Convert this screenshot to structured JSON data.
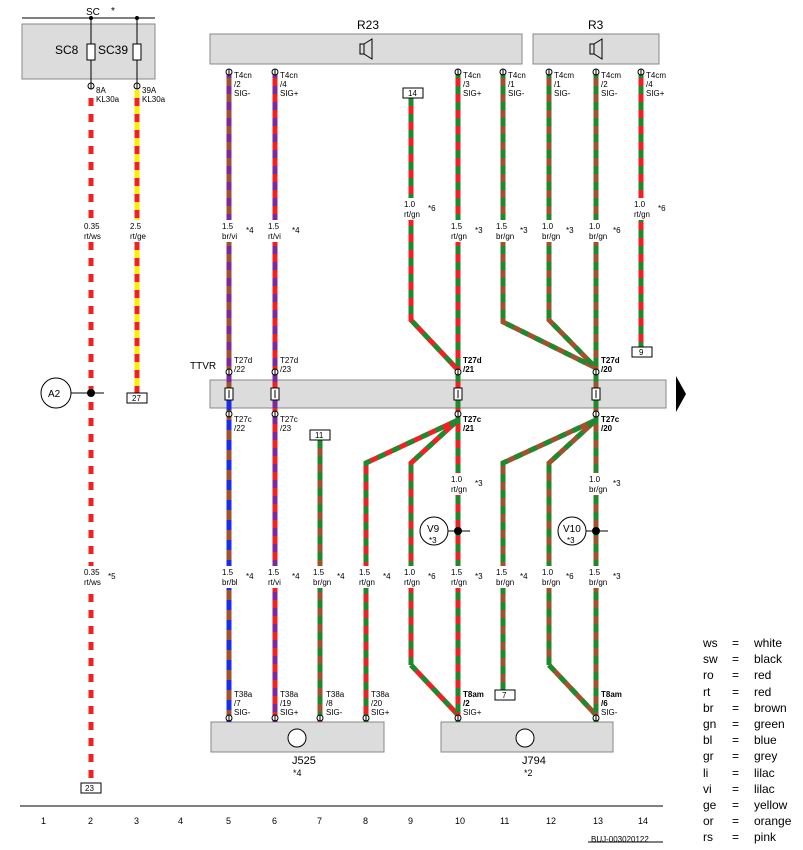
{
  "top": {
    "sc": "SC",
    "star": "*",
    "sc8": "SC8",
    "sc39": "SC39",
    "r23": "R23",
    "r3": "R3",
    "ttvr": "TTVR",
    "a2": "A2",
    "v9": "V9",
    "v9_note": "*3",
    "v10": "V10",
    "v10_note": "*3"
  },
  "pins": {
    "p1a": "8A",
    "p1b": "KL30a",
    "p2a": "39A",
    "p2b": "KL30a",
    "t4cn2": [
      "T4cn",
      "/2",
      "SIG-"
    ],
    "t4cn4": [
      "T4cn",
      "/4",
      "SIG+"
    ],
    "t4cn3": [
      "T4cn",
      "/3",
      "SIG+"
    ],
    "t4cn1": [
      "T4cn",
      "/1",
      "SIG-"
    ],
    "t4cm1": [
      "T4cm",
      "/1",
      "SIG-"
    ],
    "t4cm2": [
      "T4cm",
      "/2",
      "SIG-"
    ],
    "t4cm4": [
      "T4cm",
      "/4",
      "SIG+"
    ],
    "t27d22": [
      "T27d",
      "/22"
    ],
    "t27d23": [
      "T27d",
      "/23"
    ],
    "t27d21": [
      "T27d",
      "/21"
    ],
    "t27d20": [
      "T27d",
      "/20"
    ],
    "t27c22": [
      "T27c",
      "/22"
    ],
    "t27c23": [
      "T27c",
      "/23"
    ],
    "t27c21": [
      "T27c",
      "/21"
    ],
    "t27c20": [
      "T27c",
      "/20"
    ],
    "t38a7": [
      "T38a",
      "/7",
      "SIG-"
    ],
    "t38a19": [
      "T38a",
      "/19",
      "SIG+"
    ],
    "t38a8": [
      "T38a",
      "/8",
      "SIG-"
    ],
    "t38a20": [
      "T38a",
      "/20",
      "SIG+"
    ],
    "t8am2": [
      "T8am",
      "/2",
      "SIG+"
    ],
    "t8am6": [
      "T8am",
      "/6",
      "SIG-"
    ]
  },
  "boxes": {
    "b14": "14",
    "b27": "27",
    "b9": "9",
    "b11": "11",
    "b7": "7",
    "b23": "23"
  },
  "wires_upper": [
    {
      "size": "0.35",
      "color": "rt/ws",
      "note": ""
    },
    {
      "size": "2.5",
      "color": "rt/ge",
      "note": ""
    },
    {
      "size": "1.5",
      "color": "br/vi",
      "note": "*4"
    },
    {
      "size": "1.5",
      "color": "rt/vi",
      "note": "*4"
    },
    {
      "size": "1.0",
      "color": "rt/gn",
      "note": "*6"
    },
    {
      "size": "1.5",
      "color": "rt/gn",
      "note": "*3"
    },
    {
      "size": "1.5",
      "color": "br/gn",
      "note": "*3"
    },
    {
      "size": "1.0",
      "color": "br/gn",
      "note": "*3"
    },
    {
      "size": "1.0",
      "color": "br/gn",
      "note": "*6"
    },
    {
      "size": "1.0",
      "color": "rt/gn",
      "note": "*6"
    }
  ],
  "wires_mid": [
    {
      "size": "1.0",
      "color": "rt/gn",
      "note": "*3"
    },
    {
      "size": "1.0",
      "color": "br/gn",
      "note": "*3"
    }
  ],
  "wires_lower": [
    {
      "size": "0.35",
      "color": "rt/ws",
      "note": "*5"
    },
    {
      "size": "1.5",
      "color": "br/bl",
      "note": "*4"
    },
    {
      "size": "1.5",
      "color": "rt/vi",
      "note": "*4"
    },
    {
      "size": "1.5",
      "color": "br/gn",
      "note": "*4"
    },
    {
      "size": "1.5",
      "color": "rt/gn",
      "note": "*4"
    },
    {
      "size": "1.0",
      "color": "rt/gn",
      "note": "*6"
    },
    {
      "size": "1.5",
      "color": "rt/gn",
      "note": "*3"
    },
    {
      "size": "1.5",
      "color": "br/gn",
      "note": "*4"
    },
    {
      "size": "1.0",
      "color": "br/gn",
      "note": "*6"
    },
    {
      "size": "1.5",
      "color": "br/gn",
      "note": "*3"
    }
  ],
  "bottom": {
    "j525": "J525",
    "j525_note": "*4",
    "j794": "J794",
    "j794_note": "*2",
    "code": "BUJ-003020122",
    "columns": [
      "1",
      "2",
      "3",
      "4",
      "5",
      "6",
      "7",
      "8",
      "9",
      "10",
      "11",
      "12",
      "13",
      "14"
    ]
  },
  "legend": [
    {
      "abbr": "ws",
      "name": "white"
    },
    {
      "abbr": "sw",
      "name": "black"
    },
    {
      "abbr": "ro",
      "name": "red"
    },
    {
      "abbr": "rt",
      "name": "red"
    },
    {
      "abbr": "br",
      "name": "brown"
    },
    {
      "abbr": "gn",
      "name": "green"
    },
    {
      "abbr": "bl",
      "name": "blue"
    },
    {
      "abbr": "gr",
      "name": "grey"
    },
    {
      "abbr": "li",
      "name": "lilac"
    },
    {
      "abbr": "vi",
      "name": "lilac"
    },
    {
      "abbr": "ge",
      "name": "yellow"
    },
    {
      "abbr": "or",
      "name": "orange"
    },
    {
      "abbr": "rs",
      "name": "pink"
    }
  ],
  "legend_eq": "=",
  "colors": {
    "rt": "#ee2222",
    "gn": "#1e8a2e",
    "ws": "#ffffff",
    "ge": "#ffee00",
    "vi": "#7a2aa0",
    "br": "#a0522d",
    "bl": "#1a2ee8",
    "panel": "#dcdcdc"
  }
}
